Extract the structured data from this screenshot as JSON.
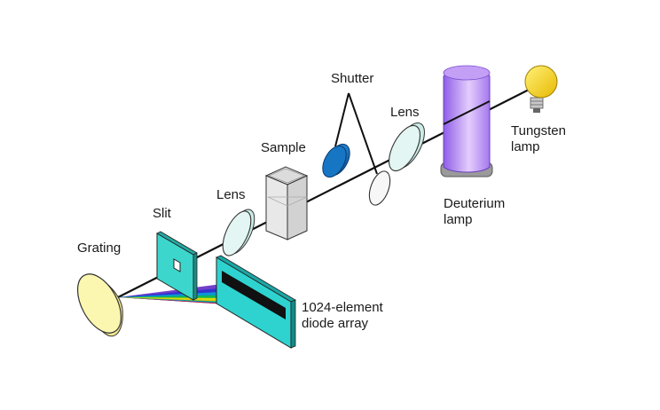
{
  "diagram": {
    "labels": {
      "shutter": "Shutter",
      "lens_right": "Lens",
      "sample": "Sample",
      "lens_left": "Lens",
      "slit": "Slit",
      "grating": "Grating",
      "tungsten_lamp": [
        "Tungsten",
        "lamp"
      ],
      "deuterium_lamp": [
        "Deuterium",
        "lamp"
      ],
      "diode_array": [
        "1024-element",
        "diode array"
      ]
    },
    "colors": {
      "beam": "#111111",
      "lens_fill": "#e3f6f3",
      "grating_fill": "#fbf7b0",
      "slit_fill": "#3cd6cc",
      "shutter_blade": "#1676c4",
      "deuterium_glow": "#b27cf4",
      "deuterium_base": "#999999",
      "tungsten_bulb": "#f5d400",
      "cuvette_fill": "#e8e8e8"
    },
    "icons": [
      "grating-icon",
      "slit-icon",
      "lens-icon",
      "sample-cuvette-icon",
      "shutter-icon",
      "deuterium-lamp-icon",
      "tungsten-lamp-icon",
      "diode-array-icon",
      "spectrum-rays-icon"
    ]
  }
}
